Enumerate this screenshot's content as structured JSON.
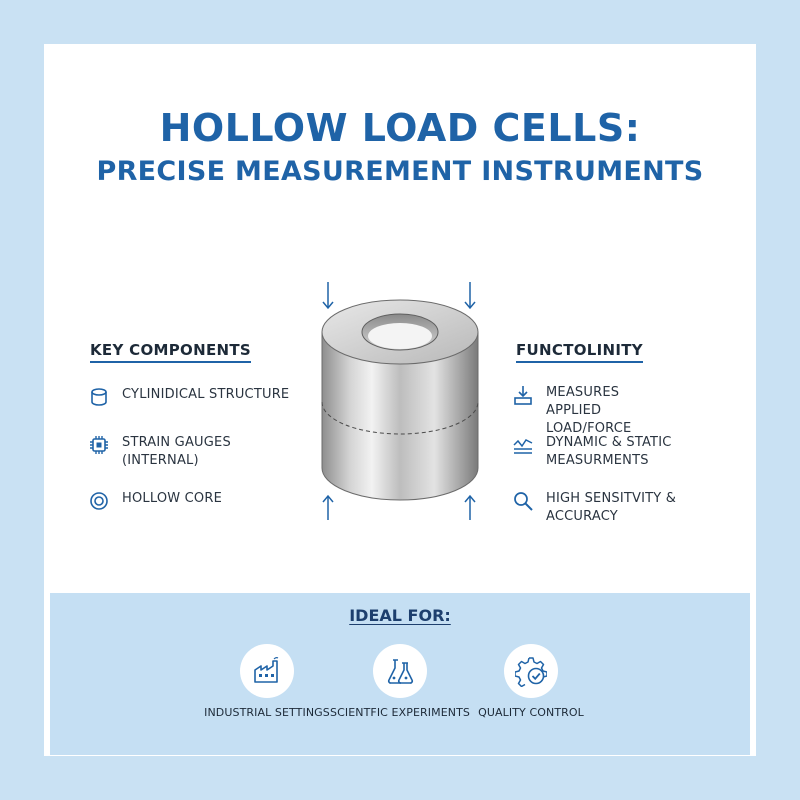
{
  "title": {
    "line1": "HOLLOW LOAD CELLS:",
    "line2": "PRECISE MEASUREMENT INSTRUMENTS"
  },
  "components": {
    "heading": "KEY COMPONENTS",
    "items": [
      {
        "icon": "cylinder-icon",
        "label": "CYLINIDICAL STRUCTURE"
      },
      {
        "icon": "chip-icon",
        "label": "STRAIN GAUGES (INTERNAL)"
      },
      {
        "icon": "target-ring-icon",
        "label": "HOLLOW CORE"
      }
    ]
  },
  "functionality": {
    "heading": "FUNCTOLINITY",
    "items": [
      {
        "icon": "load-down-icon",
        "label": "MEASURES APPLIED LOAD/FORCE"
      },
      {
        "icon": "wave-icon",
        "label": "DYNAMIC & STATIC MEASURMENTS"
      },
      {
        "icon": "magnifier-icon",
        "label": "HIGH SENSITVITY & ACCURACY"
      }
    ]
  },
  "ideal_for": {
    "heading": "IDEAL FOR:",
    "items": [
      {
        "icon": "factory-icon",
        "label": "INDUSTRIAL SETTINGS"
      },
      {
        "icon": "flasks-icon",
        "label": "SCIENTFIC EXPERIMENTS"
      },
      {
        "icon": "gear-check-icon",
        "label": "QUALITY CONTROL"
      }
    ]
  },
  "colors": {
    "accent": "#1f63a7",
    "background": "#c9e1f3",
    "band": "#c5dff3"
  }
}
